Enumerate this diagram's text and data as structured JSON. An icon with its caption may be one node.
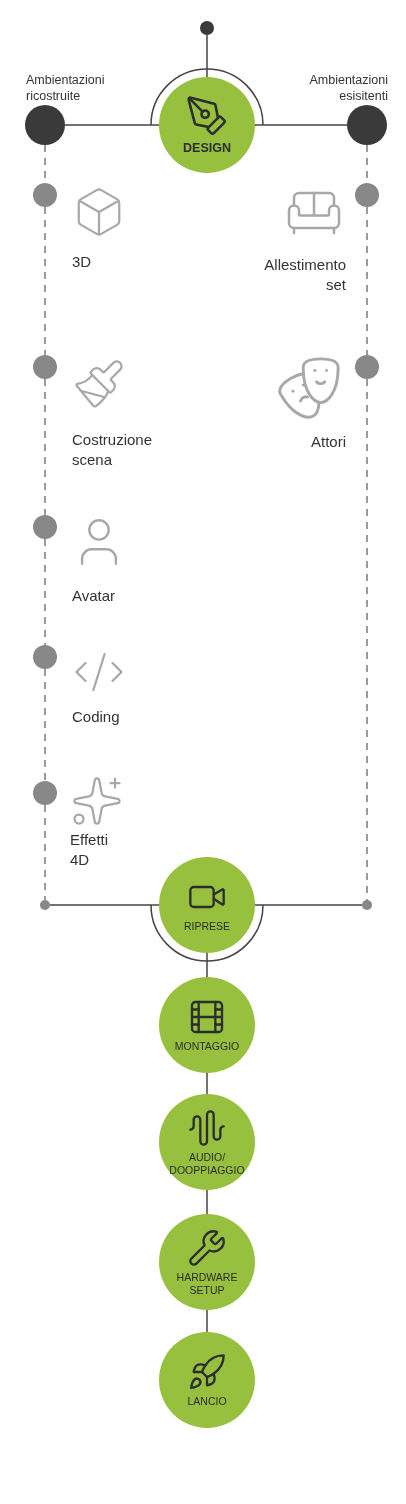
{
  "diagram": {
    "nodes": [
      {
        "text": [],
        "shape": "circle"
      },
      {
        "text": [
          "DESIGN"
        ]
      },
      {
        "text": [],
        "shape": "circle",
        "beside": [
          "Ambientazioni ricostruite"
        ]
      },
      {
        "text": [],
        "shape": "circle",
        "beside": [
          "Ambientazioni esisitenti"
        ]
      },
      {
        "text": [],
        "shape": "circle",
        "beside": [
          "3D"
        ]
      },
      {
        "text": [],
        "shape": "circle",
        "beside": [
          "Costruzione scena"
        ]
      },
      {
        "text": [],
        "shape": "circle",
        "beside": [
          "Avatar"
        ]
      },
      {
        "text": [],
        "shape": "circle",
        "beside": [
          "Coding"
        ]
      },
      {
        "text": [],
        "shape": "circle",
        "beside": [
          "Effetti 4D"
        ]
      },
      {
        "text": [],
        "shape": "circle",
        "beside": [
          "Allestimento set"
        ]
      },
      {
        "text": [],
        "shape": "circle",
        "beside": [
          "Attori"
        ]
      },
      {
        "text": [],
        "shape": "circle"
      },
      {
        "text": [],
        "shape": "circle"
      },
      {
        "text": [
          "RIPRESE"
        ]
      },
      {
        "text": [
          "MONTAGGIO"
        ]
      },
      {
        "text": [
          "AUDIO/ DOOPPIAGGIO"
        ]
      },
      {
        "text": [
          "HARDWARE SETUP"
        ]
      },
      {
        "text": [
          "LANCIO"
        ]
      }
    ],
    "edges": [
      {
        "from": 0,
        "to": 1,
        "arrow": "none"
      },
      {
        "from": 2,
        "to": 1,
        "arrow": "none"
      },
      {
        "from": 1,
        "to": 3,
        "arrow": "none"
      },
      {
        "from": 2,
        "to": 4,
        "arrow": "none",
        "style": "dashed"
      },
      {
        "from": 4,
        "to": 5,
        "arrow": "none",
        "style": "dashed"
      },
      {
        "from": 5,
        "to": 6,
        "arrow": "none",
        "style": "dashed"
      },
      {
        "from": 6,
        "to": 7,
        "arrow": "none",
        "style": "dashed"
      },
      {
        "from": 7,
        "to": 8,
        "arrow": "none",
        "style": "dashed"
      },
      {
        "from": 8,
        "to": 11,
        "arrow": "none",
        "style": "dashed"
      },
      {
        "from": 3,
        "to": 9,
        "arrow": "none",
        "style": "dashed"
      },
      {
        "from": 9,
        "to": 10,
        "arrow": "none",
        "style": "dashed"
      },
      {
        "from": 10,
        "to": 12,
        "arrow": "none",
        "style": "dashed"
      },
      {
        "from": 11,
        "to": 13,
        "arrow": "none"
      },
      {
        "from": 13,
        "to": 12,
        "arrow": "none"
      },
      {
        "from": 13,
        "to": 14,
        "arrow": "none"
      },
      {
        "from": 14,
        "to": 15,
        "arrow": "none"
      },
      {
        "from": 15,
        "to": 16,
        "arrow": "none"
      },
      {
        "from": 16,
        "to": 17,
        "arrow": "none"
      }
    ]
  }
}
